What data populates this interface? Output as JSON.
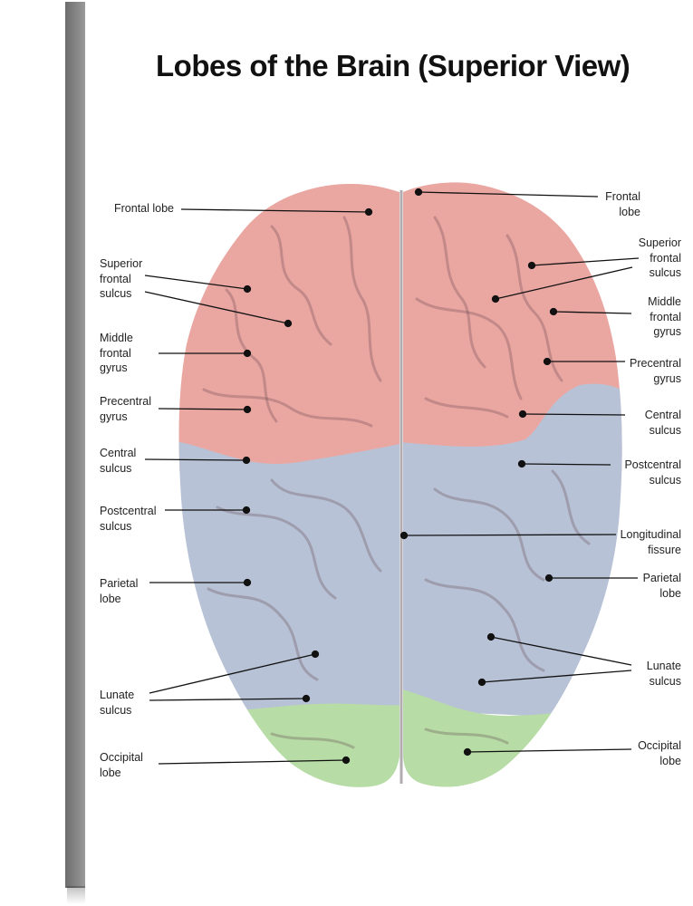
{
  "title": "Lobes of the Brain (Superior View)",
  "labels_left": {
    "frontal_lobe": "Frontal lobe",
    "superior_frontal_sulcus": "Superior\nfrontal\nsulcus",
    "middle_frontal_gyrus": "Middle\nfrontal\ngyrus",
    "precentral_gyrus": "Precentral\ngyrus",
    "central_sulcus": "Central\nsulcus",
    "postcentral_sulcus": "Postcentral\nsulcus",
    "parietal_lobe": "Parietal\nlobe",
    "lunate_sulcus": "Lunate\nsulcus",
    "occipital_lobe": "Occipital\nlobe"
  },
  "labels_right": {
    "frontal_lobe": "Frontal\nlobe",
    "superior_frontal_sulcus": "Superior\nfrontal\nsulcus",
    "middle_frontal_gyrus": "Middle\nfrontal\ngyrus",
    "precentral_gyrus": "Precentral\ngyrus",
    "central_sulcus": "Central\nsulcus",
    "postcentral_sulcus": "Postcentral\nsulcus",
    "longitudinal_fissure": "Longitudinal\nfissure",
    "parietal_lobe": "Parietal\nlobe",
    "lunate_sulcus": "Lunate\nsulcus",
    "occipital_lobe": "Occipital\nlobe"
  },
  "colors": {
    "frontal": "#eaa7a2",
    "parietal": "#b8c2d6",
    "occipital": "#b7dca6"
  }
}
